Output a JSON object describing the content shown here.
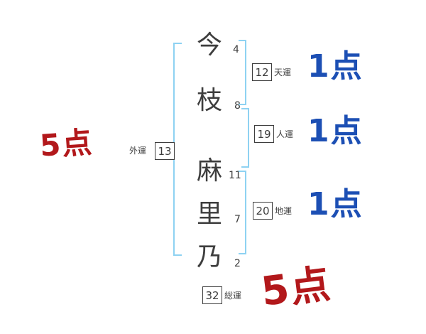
{
  "name": {
    "chars": [
      {
        "char": "今",
        "strokes": "4"
      },
      {
        "char": "枝",
        "strokes": "8"
      },
      {
        "char": "麻",
        "strokes": "11"
      },
      {
        "char": "里",
        "strokes": "7"
      },
      {
        "char": "乃",
        "strokes": "2"
      }
    ]
  },
  "fortunes": {
    "heaven": {
      "value": "12",
      "label": "天運",
      "score": "1点"
    },
    "person": {
      "value": "19",
      "label": "人運",
      "score": "1点"
    },
    "earth": {
      "value": "20",
      "label": "地運",
      "score": "1点"
    },
    "outer": {
      "value": "13",
      "label": "外運",
      "score": "5点"
    },
    "total": {
      "value": "32",
      "label": "総運",
      "score": "5点"
    }
  },
  "colors": {
    "score_red": "#b2181b",
    "score_blue": "#1c4fb4",
    "bracket_blue": "#8ed2f2",
    "ink": "#3d3d3d"
  }
}
